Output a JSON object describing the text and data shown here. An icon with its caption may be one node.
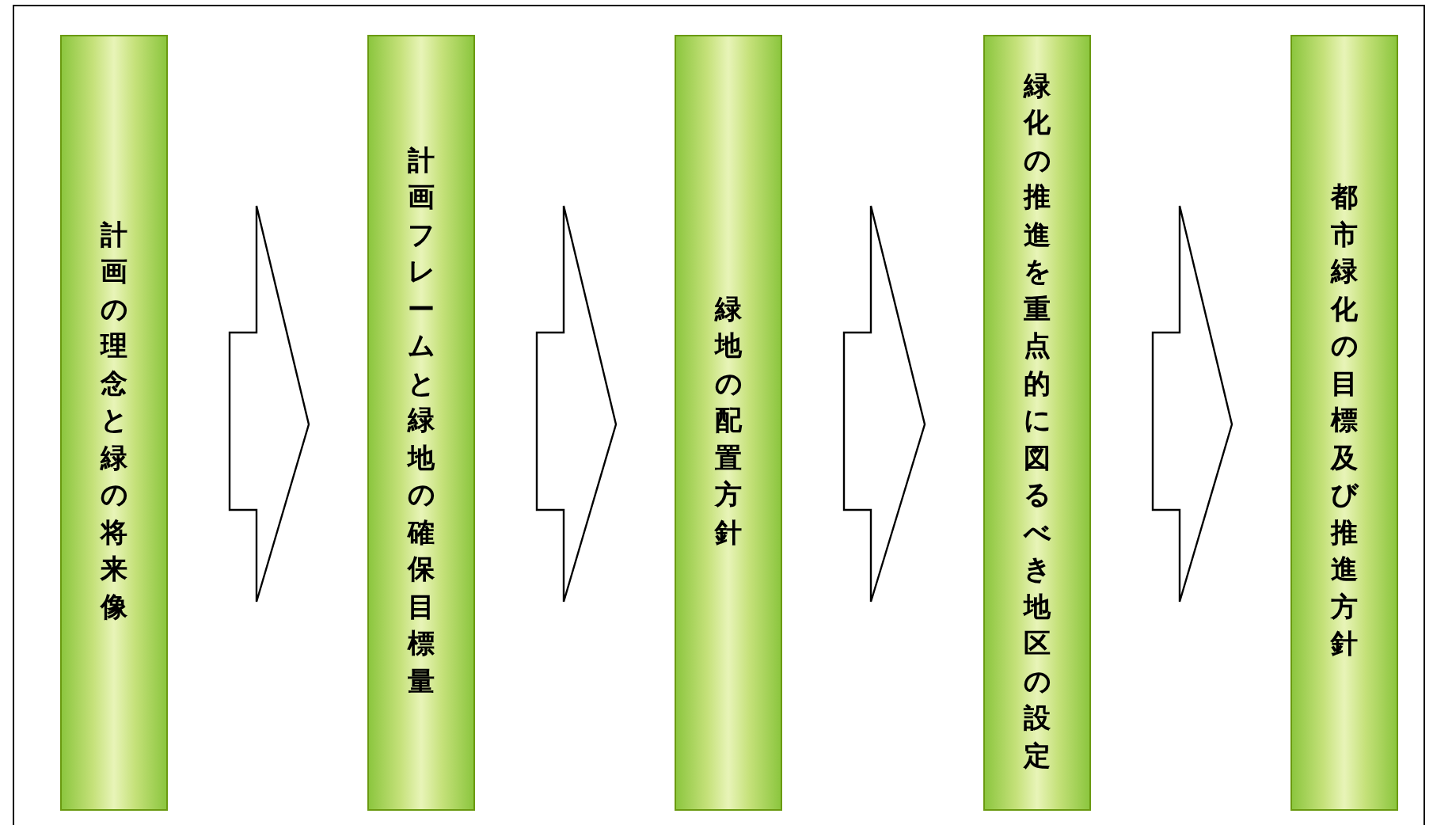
{
  "diagram": {
    "nodes": [
      {
        "text": [
          "計画の理念と緑の将来像"
        ]
      },
      {
        "text": [
          "計画フレームと緑地の確保目標量"
        ]
      },
      {
        "text": [
          "緑地の配置方針"
        ]
      },
      {
        "text": [
          "緑化の推進を重点的に図るべき地区の設定"
        ]
      },
      {
        "text": [
          "都市緑化の目標及び推進方針"
        ]
      }
    ],
    "edges": [
      {
        "from": 0,
        "to": 1,
        "arrow": "to"
      },
      {
        "from": 1,
        "to": 2,
        "arrow": "to"
      },
      {
        "from": 2,
        "to": 3,
        "arrow": "to"
      },
      {
        "from": 3,
        "to": 4,
        "arrow": "to"
      }
    ]
  }
}
